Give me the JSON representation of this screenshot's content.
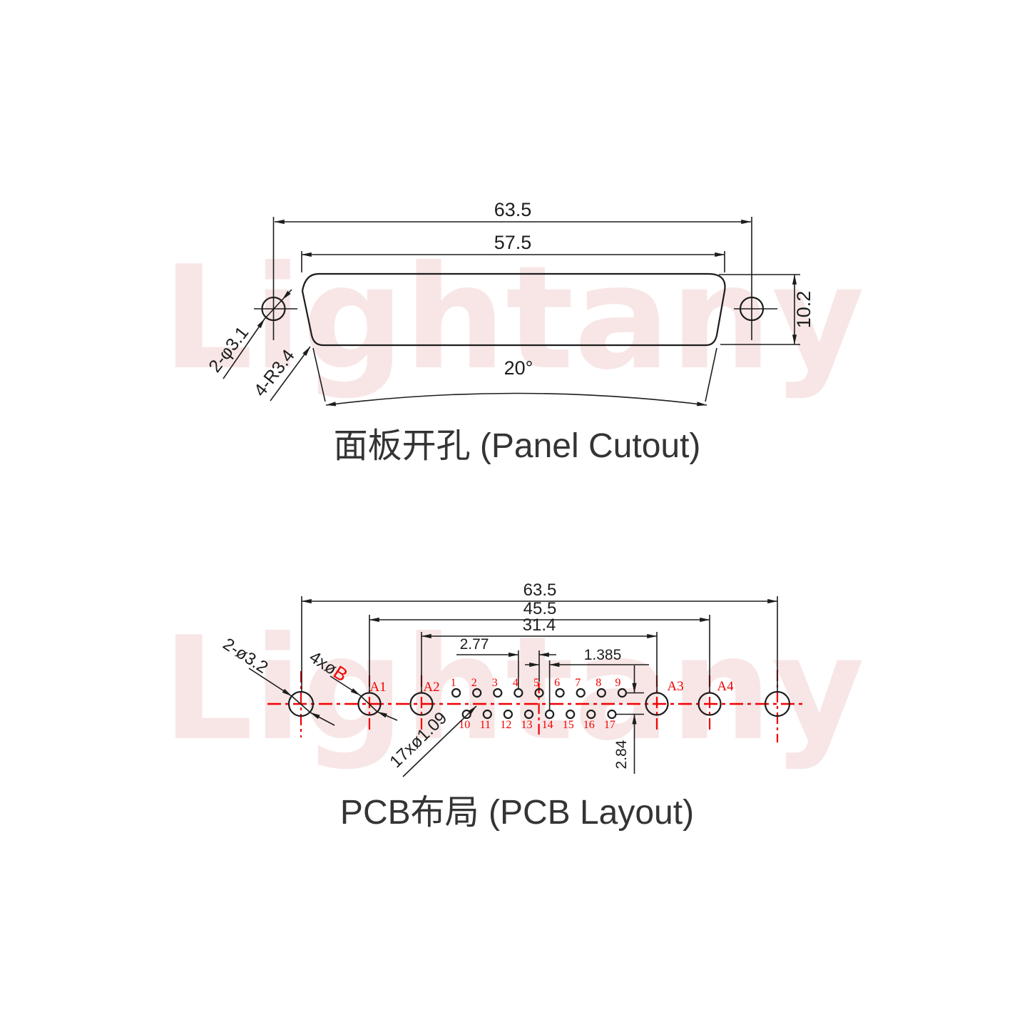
{
  "watermark": "Lightany",
  "colors": {
    "line": "#1d1d1d",
    "red": "#f20000",
    "watermark": "#f8e6e6",
    "title": "#343434"
  },
  "panel_cutout": {
    "title": "面板开孔 (Panel Cutout)",
    "dim_outer_width": "63.5",
    "dim_cutout_width": "57.5",
    "dim_height": "10.2",
    "angle": "20°",
    "label_mount_holes": "2-φ3.1",
    "label_corner_radius": "4-R3.4"
  },
  "pcb_layout": {
    "title": "PCB布局 (PCB Layout)",
    "dim_outer": "63.5",
    "dim_a_span": "45.5",
    "dim_inner_span": "31.4",
    "dim_pitch": "2.77",
    "dim_row_offset": "1.385",
    "dim_row_gap": "2.84",
    "label_mount_holes": "2-ø3.2",
    "label_power_prefix": "4xø",
    "label_power_var": "B",
    "label_signal_pins": "17xø1.09",
    "hole_labels": [
      "A1",
      "A2",
      "A3",
      "A4"
    ],
    "pins_top": [
      "1",
      "2",
      "3",
      "4",
      "5",
      "6",
      "7",
      "8",
      "9"
    ],
    "pins_bottom": [
      "10",
      "11",
      "12",
      "13",
      "14",
      "15",
      "16",
      "17"
    ]
  }
}
